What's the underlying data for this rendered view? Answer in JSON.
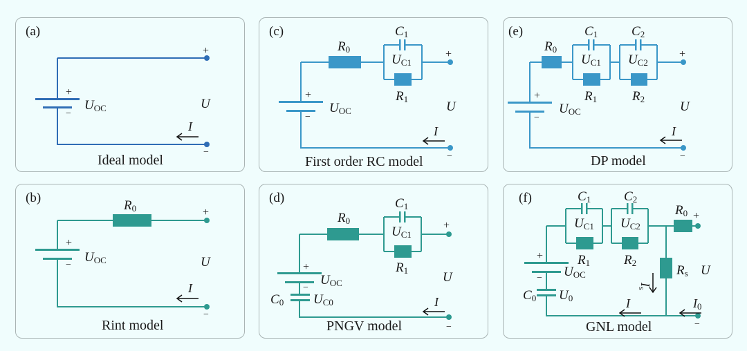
{
  "colors": {
    "ideal": "#2f6db5",
    "blue": "#3a97c8",
    "teal": "#2e9a90",
    "text": "#1a1a1a",
    "background": "#f0fdfd",
    "border": "#a9b4b4"
  },
  "panels": {
    "a": {
      "tag": "(a)",
      "title": "Ideal model",
      "uoc": "U",
      "uoc_sub": "OC",
      "u": "U",
      "i": "I",
      "plus": "+",
      "minus": "−"
    },
    "b": {
      "tag": "(b)",
      "title": "Rint model",
      "r0": "R",
      "r0_sub": "0",
      "uoc": "U",
      "uoc_sub": "OC",
      "u": "U",
      "i": "I",
      "plus": "+",
      "minus": "−"
    },
    "c": {
      "tag": "(c)",
      "title": "First order RC model",
      "r0": "R",
      "r0_sub": "0",
      "c1": "C",
      "c1_sub": "1",
      "uc1": "U",
      "uc1_sub": "C1",
      "r1": "R",
      "r1_sub": "1",
      "uoc": "U",
      "uoc_sub": "OC",
      "u": "U",
      "i": "I",
      "plus": "+",
      "minus": "−"
    },
    "d": {
      "tag": "(d)",
      "title": "PNGV model",
      "r0": "R",
      "r0_sub": "0",
      "c1": "C",
      "c1_sub": "1",
      "uc1": "U",
      "uc1_sub": "C1",
      "r1": "R",
      "r1_sub": "1",
      "uoc": "U",
      "uoc_sub": "OC",
      "c0": "C",
      "c0_sub": "0",
      "uc0": "U",
      "uc0_sub": "C0",
      "u": "U",
      "i": "I",
      "plus": "+",
      "minus": "−"
    },
    "e": {
      "tag": "(e)",
      "title": "DP model",
      "r0": "R",
      "r0_sub": "0",
      "c1": "C",
      "c1_sub": "1",
      "uc1": "U",
      "uc1_sub": "C1",
      "r1": "R",
      "r1_sub": "1",
      "c2": "C",
      "c2_sub": "2",
      "uc2": "U",
      "uc2_sub": "C2",
      "r2": "R",
      "r2_sub": "2",
      "uoc": "U",
      "uoc_sub": "OC",
      "u": "U",
      "i": "I",
      "plus": "+",
      "minus": "−"
    },
    "f": {
      "tag": "(f)",
      "title": "GNL model",
      "r0": "R",
      "r0_sub": "0",
      "c1": "C",
      "c1_sub": "1",
      "uc1": "U",
      "uc1_sub": "C1",
      "r1": "R",
      "r1_sub": "1",
      "c2": "C",
      "c2_sub": "2",
      "uc2": "U",
      "uc2_sub": "C2",
      "r2": "R",
      "r2_sub": "2",
      "rs": "R",
      "rs_sub": "s",
      "is": "I",
      "is_sub": "s",
      "uoc": "U",
      "uoc_sub": "OC",
      "c0": "C",
      "c0_sub": "0",
      "u0": "U",
      "u0_sub": "0",
      "u": "U",
      "i": "I",
      "i0": "I",
      "i0_sub": "0",
      "plus": "+",
      "minus": "−"
    }
  }
}
